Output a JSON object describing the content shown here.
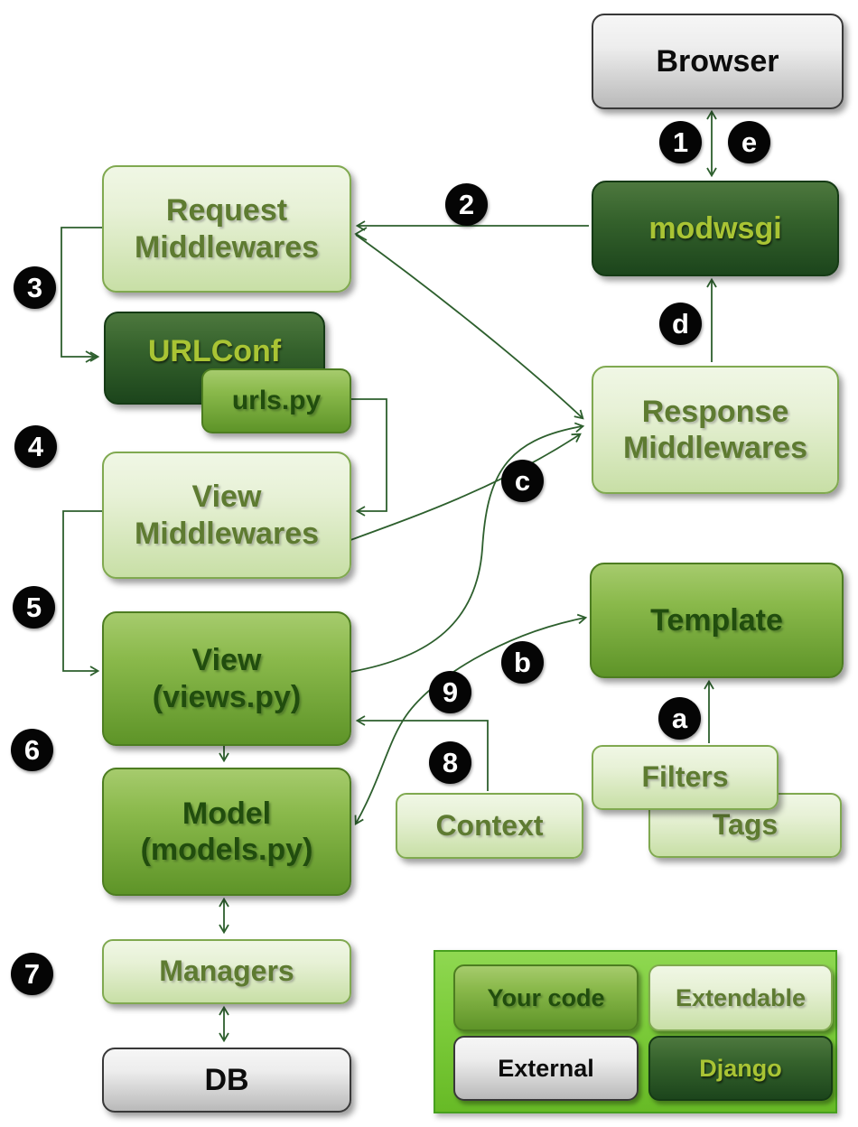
{
  "nodes": {
    "browser": {
      "label": "Browser",
      "type": "external"
    },
    "modwsgi": {
      "label": "modwsgi",
      "type": "django"
    },
    "request_middlewares": {
      "label": "Request\nMiddlewares",
      "type": "extendable"
    },
    "urlconf": {
      "label": "URLConf",
      "type": "django"
    },
    "urls_py": {
      "label": "urls.py",
      "type": "your_code"
    },
    "view_middlewares": {
      "label": "View\nMiddlewares",
      "type": "extendable"
    },
    "view": {
      "label": "View\n(views.py)",
      "type": "your_code"
    },
    "response_middlewares": {
      "label": "Response\nMiddlewares",
      "type": "extendable"
    },
    "template": {
      "label": "Template",
      "type": "your_code"
    },
    "filters": {
      "label": "Filters",
      "type": "extendable"
    },
    "tags": {
      "label": "Tags",
      "type": "extendable"
    },
    "context": {
      "label": "Context",
      "type": "extendable"
    },
    "model": {
      "label": "Model\n(models.py)",
      "type": "your_code"
    },
    "managers": {
      "label": "Managers",
      "type": "extendable"
    },
    "db": {
      "label": "DB",
      "type": "external"
    }
  },
  "markers": [
    {
      "label": "1"
    },
    {
      "label": "e"
    },
    {
      "label": "2"
    },
    {
      "label": "3"
    },
    {
      "label": "4"
    },
    {
      "label": "5"
    },
    {
      "label": "6"
    },
    {
      "label": "7"
    },
    {
      "label": "9"
    },
    {
      "label": "8"
    },
    {
      "label": "b"
    },
    {
      "label": "c"
    },
    {
      "label": "d"
    },
    {
      "label": "a"
    }
  ],
  "legend": {
    "items": [
      {
        "label": "Your code",
        "type": "your_code"
      },
      {
        "label": "Extendable",
        "type": "extendable"
      },
      {
        "label": "External",
        "type": "external"
      },
      {
        "label": "Django",
        "type": "django"
      }
    ]
  },
  "colors": {
    "connector": "#2d5f2d",
    "your_code": "#8ab94b",
    "extendable": "#e7f1d6",
    "external": "#ededed",
    "django": "#35622c",
    "legend_panel": "#7ccb3a",
    "step_circle": "#050505"
  }
}
